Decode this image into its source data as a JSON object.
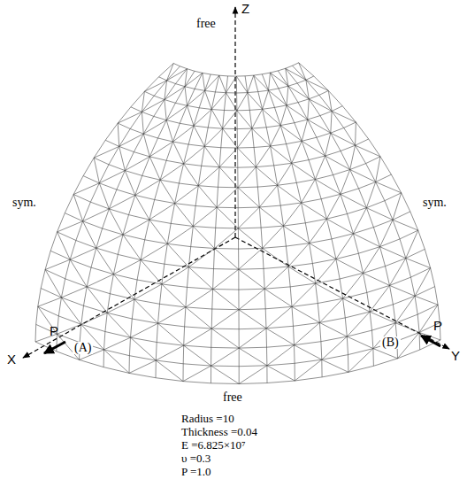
{
  "diagram": {
    "labels": [
      "Z",
      "free",
      "sym.",
      "sym.",
      "P",
      "X",
      "(A)",
      "free",
      "(B)",
      "P",
      "Y",
      "Radius =10",
      "Thickness =0.04",
      "E =6.825×10⁷",
      "υ =0.3",
      "P =1.0"
    ]
  }
}
